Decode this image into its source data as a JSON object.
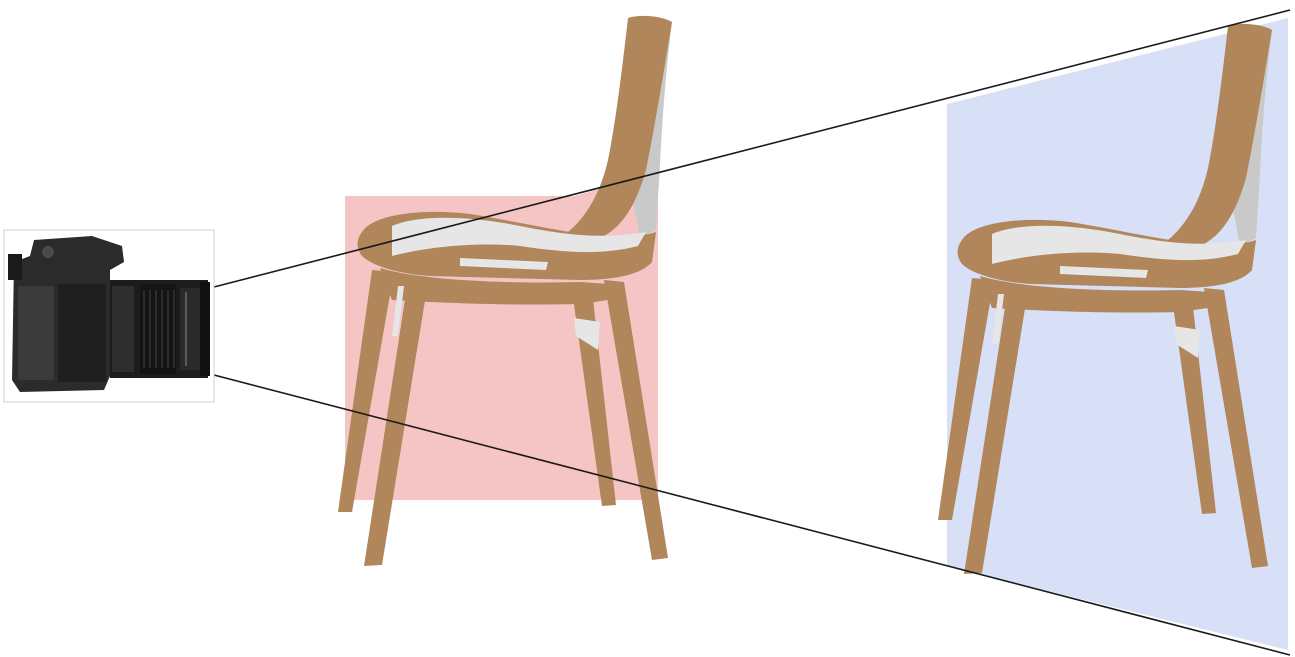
{
  "diagram": {
    "description_labels": [],
    "colors": {
      "background": "#ffffff",
      "chair_wood": "#b0865a",
      "chair_highlight": "#e6e6e6",
      "chair_shadow": "#c9c9c9",
      "near_plane_fill": "#f5c4c4",
      "image_plane_fill": "#d8e0f7",
      "projection_lines": "#1a1a1a",
      "camera_body": "#2b2b2b",
      "camera_frame_border": "#d0d0d0"
    },
    "elements": {
      "camera": "camera-icon",
      "chair_object": "chair",
      "chair_projection": "chair",
      "near_plane": "rectangle",
      "image_plane": "rectangle"
    }
  }
}
